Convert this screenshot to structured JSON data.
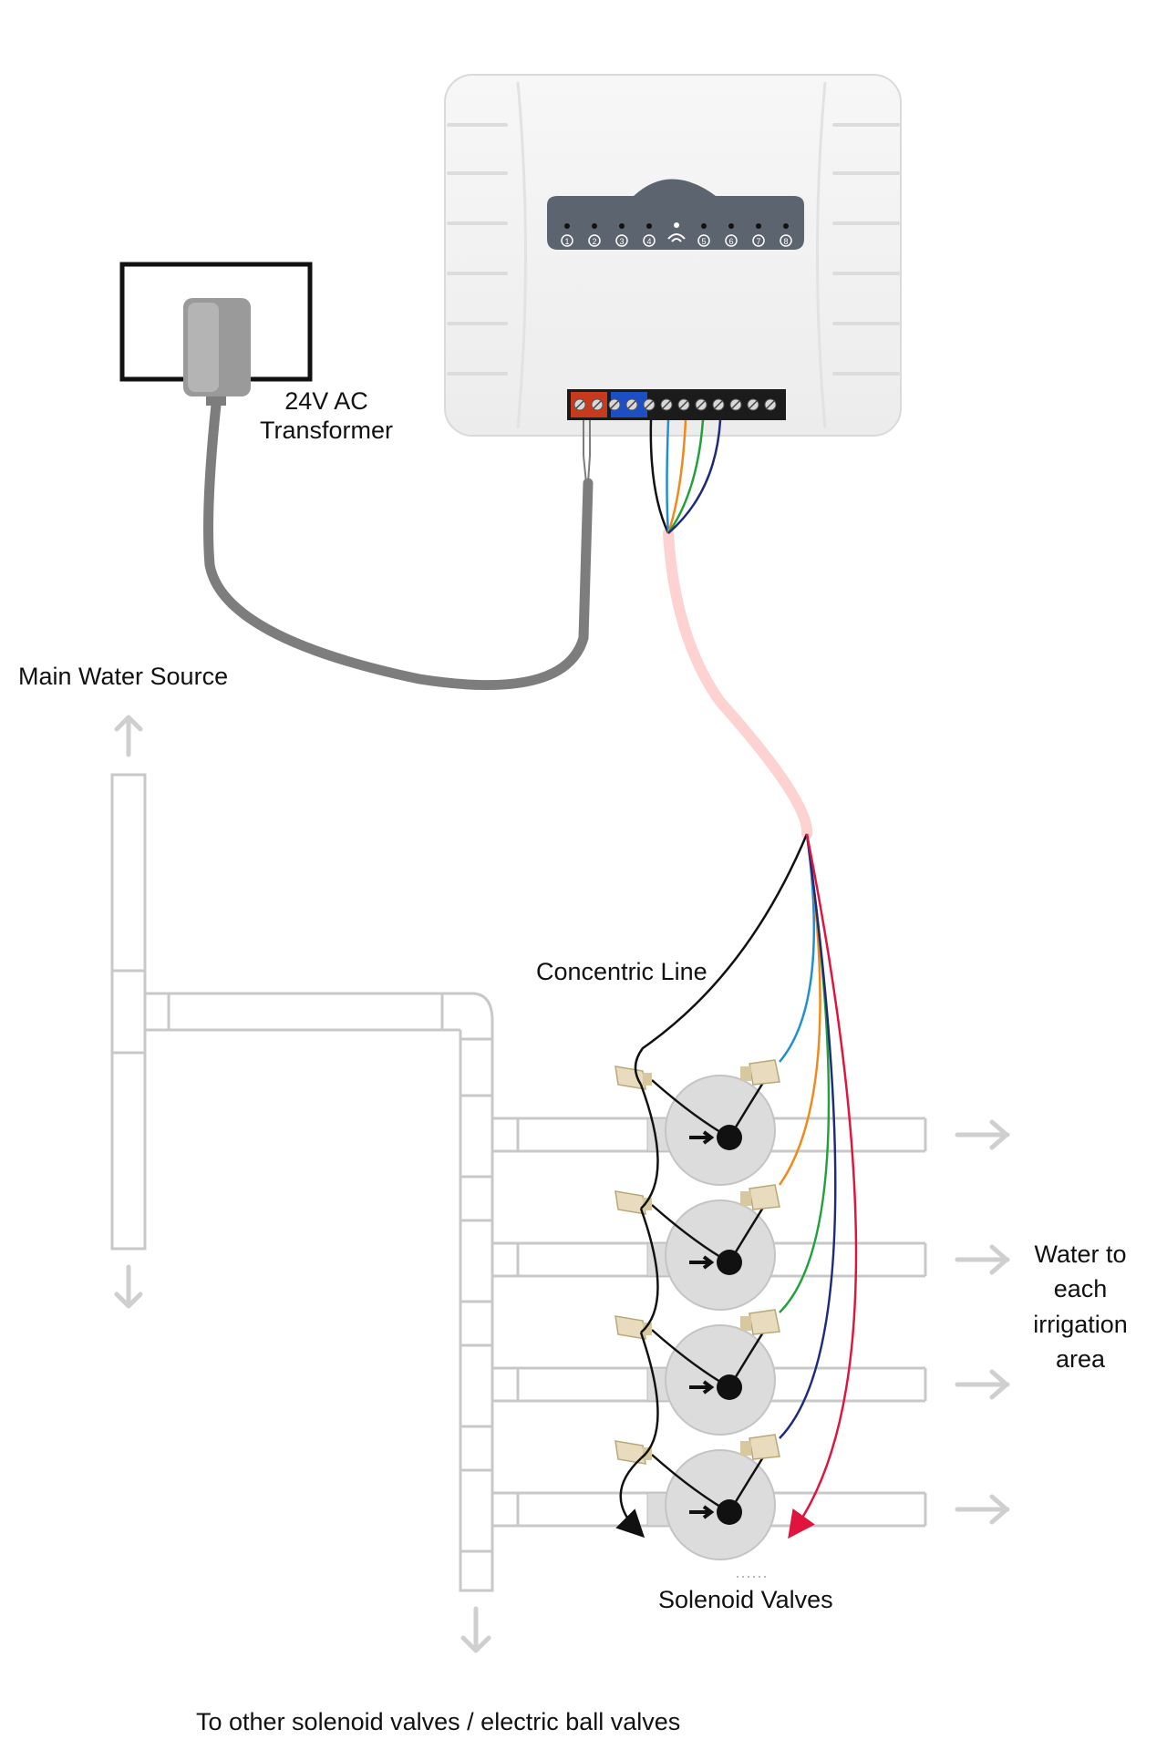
{
  "labels": {
    "transformer_line1": "24V AC",
    "transformer_line2": "Transformer",
    "main_water_source": "Main Water Source",
    "concentric_line": "Concentric Line",
    "water_to_each_area": "Water to each irrigation area",
    "solenoid_valves": "Solenoid Valves",
    "other_valves": "To other solenoid valves / electric ball valves"
  },
  "controller": {
    "indicator_numbers": [
      "1",
      "2",
      "3",
      "4",
      "5",
      "6",
      "7",
      "8"
    ],
    "wifi_icon": "wifi-icon",
    "terminal_count": 12
  },
  "wires": {
    "colors": {
      "common": "#111111",
      "zone1": "#1e8fd6",
      "zone2": "#f0891a",
      "zone3": "#22a03c",
      "zone4": "#1e2a7a",
      "extra": "#e0143c",
      "power_cable": "#7d7d7d",
      "concentric_sheath": "#ffd2d2"
    }
  },
  "pipes": {
    "stroke": "#c8c8c8",
    "valve_body": "#dcdcdc",
    "connector": "#e9dcbe"
  }
}
